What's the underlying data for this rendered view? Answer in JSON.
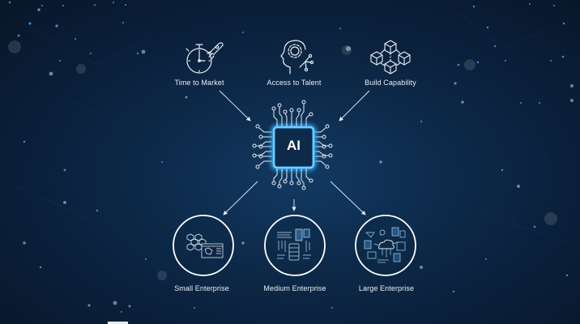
{
  "diagram": {
    "center": {
      "label": "AI",
      "glow_color": "#2fa8ff"
    },
    "inputs": [
      {
        "label": "Time to Market",
        "icon": "stopwatch-rocket-icon"
      },
      {
        "label": "Access to Talent",
        "icon": "head-gear-icon"
      },
      {
        "label": "Build Capability",
        "icon": "cube-network-icon"
      }
    ],
    "outputs": [
      {
        "label": "Small Enterprise",
        "icon": "cubes-dashboard-icon"
      },
      {
        "label": "Medium Enterprise",
        "icon": "server-dashboard-icon"
      },
      {
        "label": "Large Enterprise",
        "icon": "cloud-network-dashboard-icon"
      }
    ],
    "colors": {
      "background": "#0b2240",
      "line": "#e8eef6",
      "accent": "#3aa9ff"
    }
  }
}
